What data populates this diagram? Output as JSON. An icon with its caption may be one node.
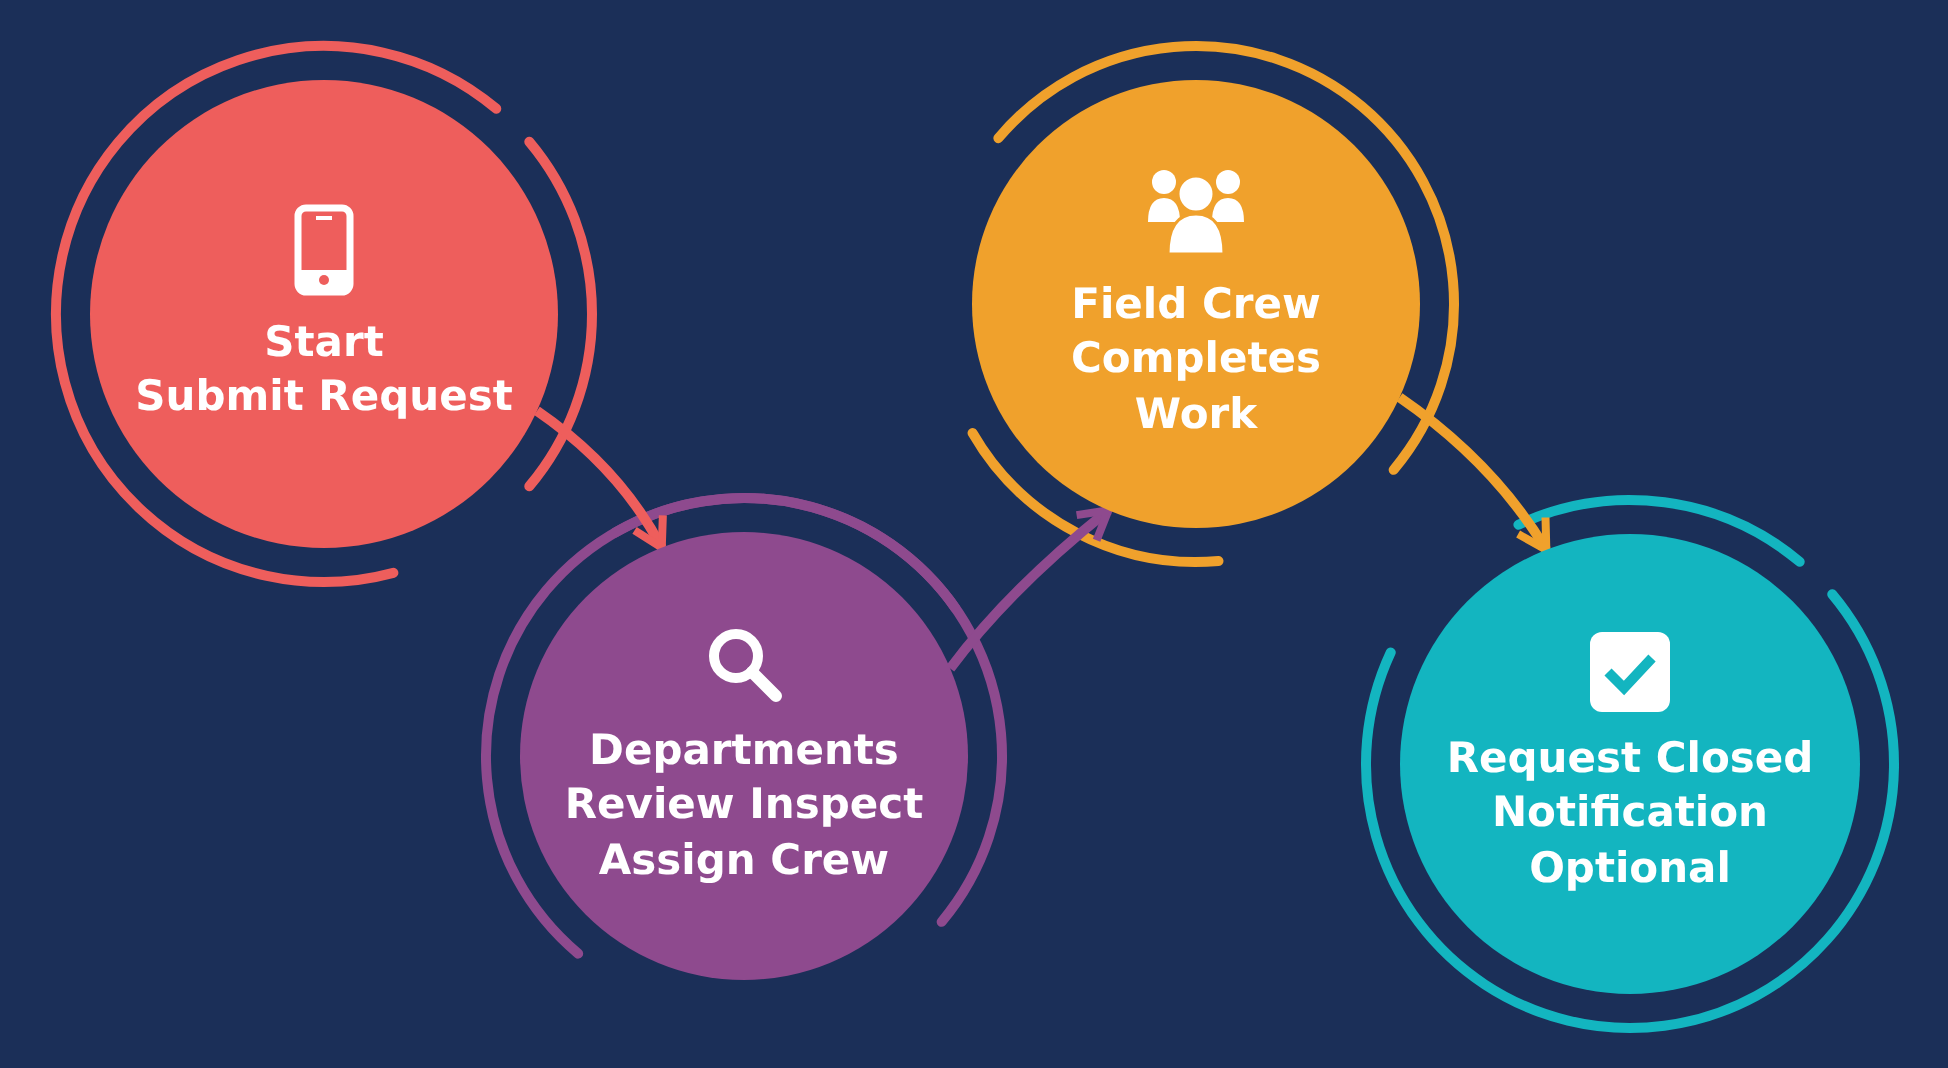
{
  "diagram": {
    "nodes": [
      {
        "text": [
          "Start",
          "Submit Request"
        ]
      },
      {
        "text": [
          "Departments Review Inspect Assign Crew"
        ]
      },
      {
        "text": [
          "Field Crew Completes Work"
        ]
      },
      {
        "text": [
          "Request Closed Notification Optional"
        ]
      }
    ],
    "edges": [
      {
        "from": 0,
        "to": 1,
        "arrow": "to",
        "color": "#ee5e5c"
      },
      {
        "from": 1,
        "to": 2,
        "arrow": "to",
        "color": "#8e4a8e"
      },
      {
        "from": 2,
        "to": 3,
        "arrow": "to",
        "color": "#f0a12c"
      }
    ]
  }
}
